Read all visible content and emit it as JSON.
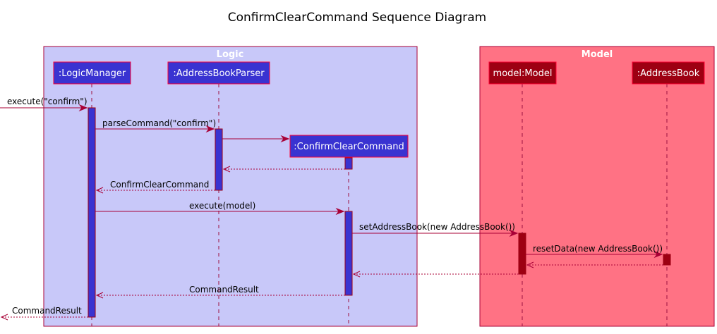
{
  "title": "ConfirmClearCommand Sequence Diagram",
  "colors": {
    "logic_box_fill": "#c8c8f9",
    "logic_box_stroke": "#a80036",
    "model_box_fill": "#ff7284",
    "model_box_stroke": "#a80036",
    "logic_participant_fill": "#3933d1",
    "logic_participant_stroke": "#ff0033",
    "model_participant_fill": "#9d0012",
    "model_participant_stroke": "#ff0033",
    "arrow": "#a80036"
  },
  "boxes": [
    {
      "name": "Logic",
      "group": "logic"
    },
    {
      "name": "Model",
      "group": "model"
    }
  ],
  "participants": [
    {
      "id": "lm",
      "label": ":LogicManager",
      "group": "logic"
    },
    {
      "id": "abp",
      "label": ":AddressBookParser",
      "group": "logic"
    },
    {
      "id": "ccc",
      "label": ":ConfirmClearCommand",
      "group": "logic"
    },
    {
      "id": "mm",
      "label": "model:Model",
      "group": "model"
    },
    {
      "id": "ab",
      "label": ":AddressBook",
      "group": "model"
    }
  ],
  "messages": [
    {
      "label": "execute(\"confirm\")",
      "from": "external",
      "to": "lm",
      "style": "solid"
    },
    {
      "label": "parseCommand(\"confirm\")",
      "from": "lm",
      "to": "abp",
      "style": "solid"
    },
    {
      "label": "",
      "from": "abp",
      "to": "ccc",
      "style": "solid"
    },
    {
      "label": "",
      "from": "ccc",
      "to": "abp",
      "style": "dashed"
    },
    {
      "label": "ConfirmClearCommand",
      "from": "abp",
      "to": "lm",
      "style": "dashed"
    },
    {
      "label": "execute(model)",
      "from": "lm",
      "to": "ccc",
      "style": "solid"
    },
    {
      "label": "setAddressBook(new AddressBook())",
      "from": "ccc",
      "to": "mm",
      "style": "solid"
    },
    {
      "label": "resetData(new AddressBook())",
      "from": "mm",
      "to": "ab",
      "style": "solid"
    },
    {
      "label": "",
      "from": "ab",
      "to": "mm",
      "style": "dashed"
    },
    {
      "label": "",
      "from": "mm",
      "to": "ccc",
      "style": "dashed"
    },
    {
      "label": "CommandResult",
      "from": "ccc",
      "to": "lm",
      "style": "dashed"
    },
    {
      "label": "CommandResult",
      "from": "lm",
      "to": "external",
      "style": "dashed"
    }
  ]
}
